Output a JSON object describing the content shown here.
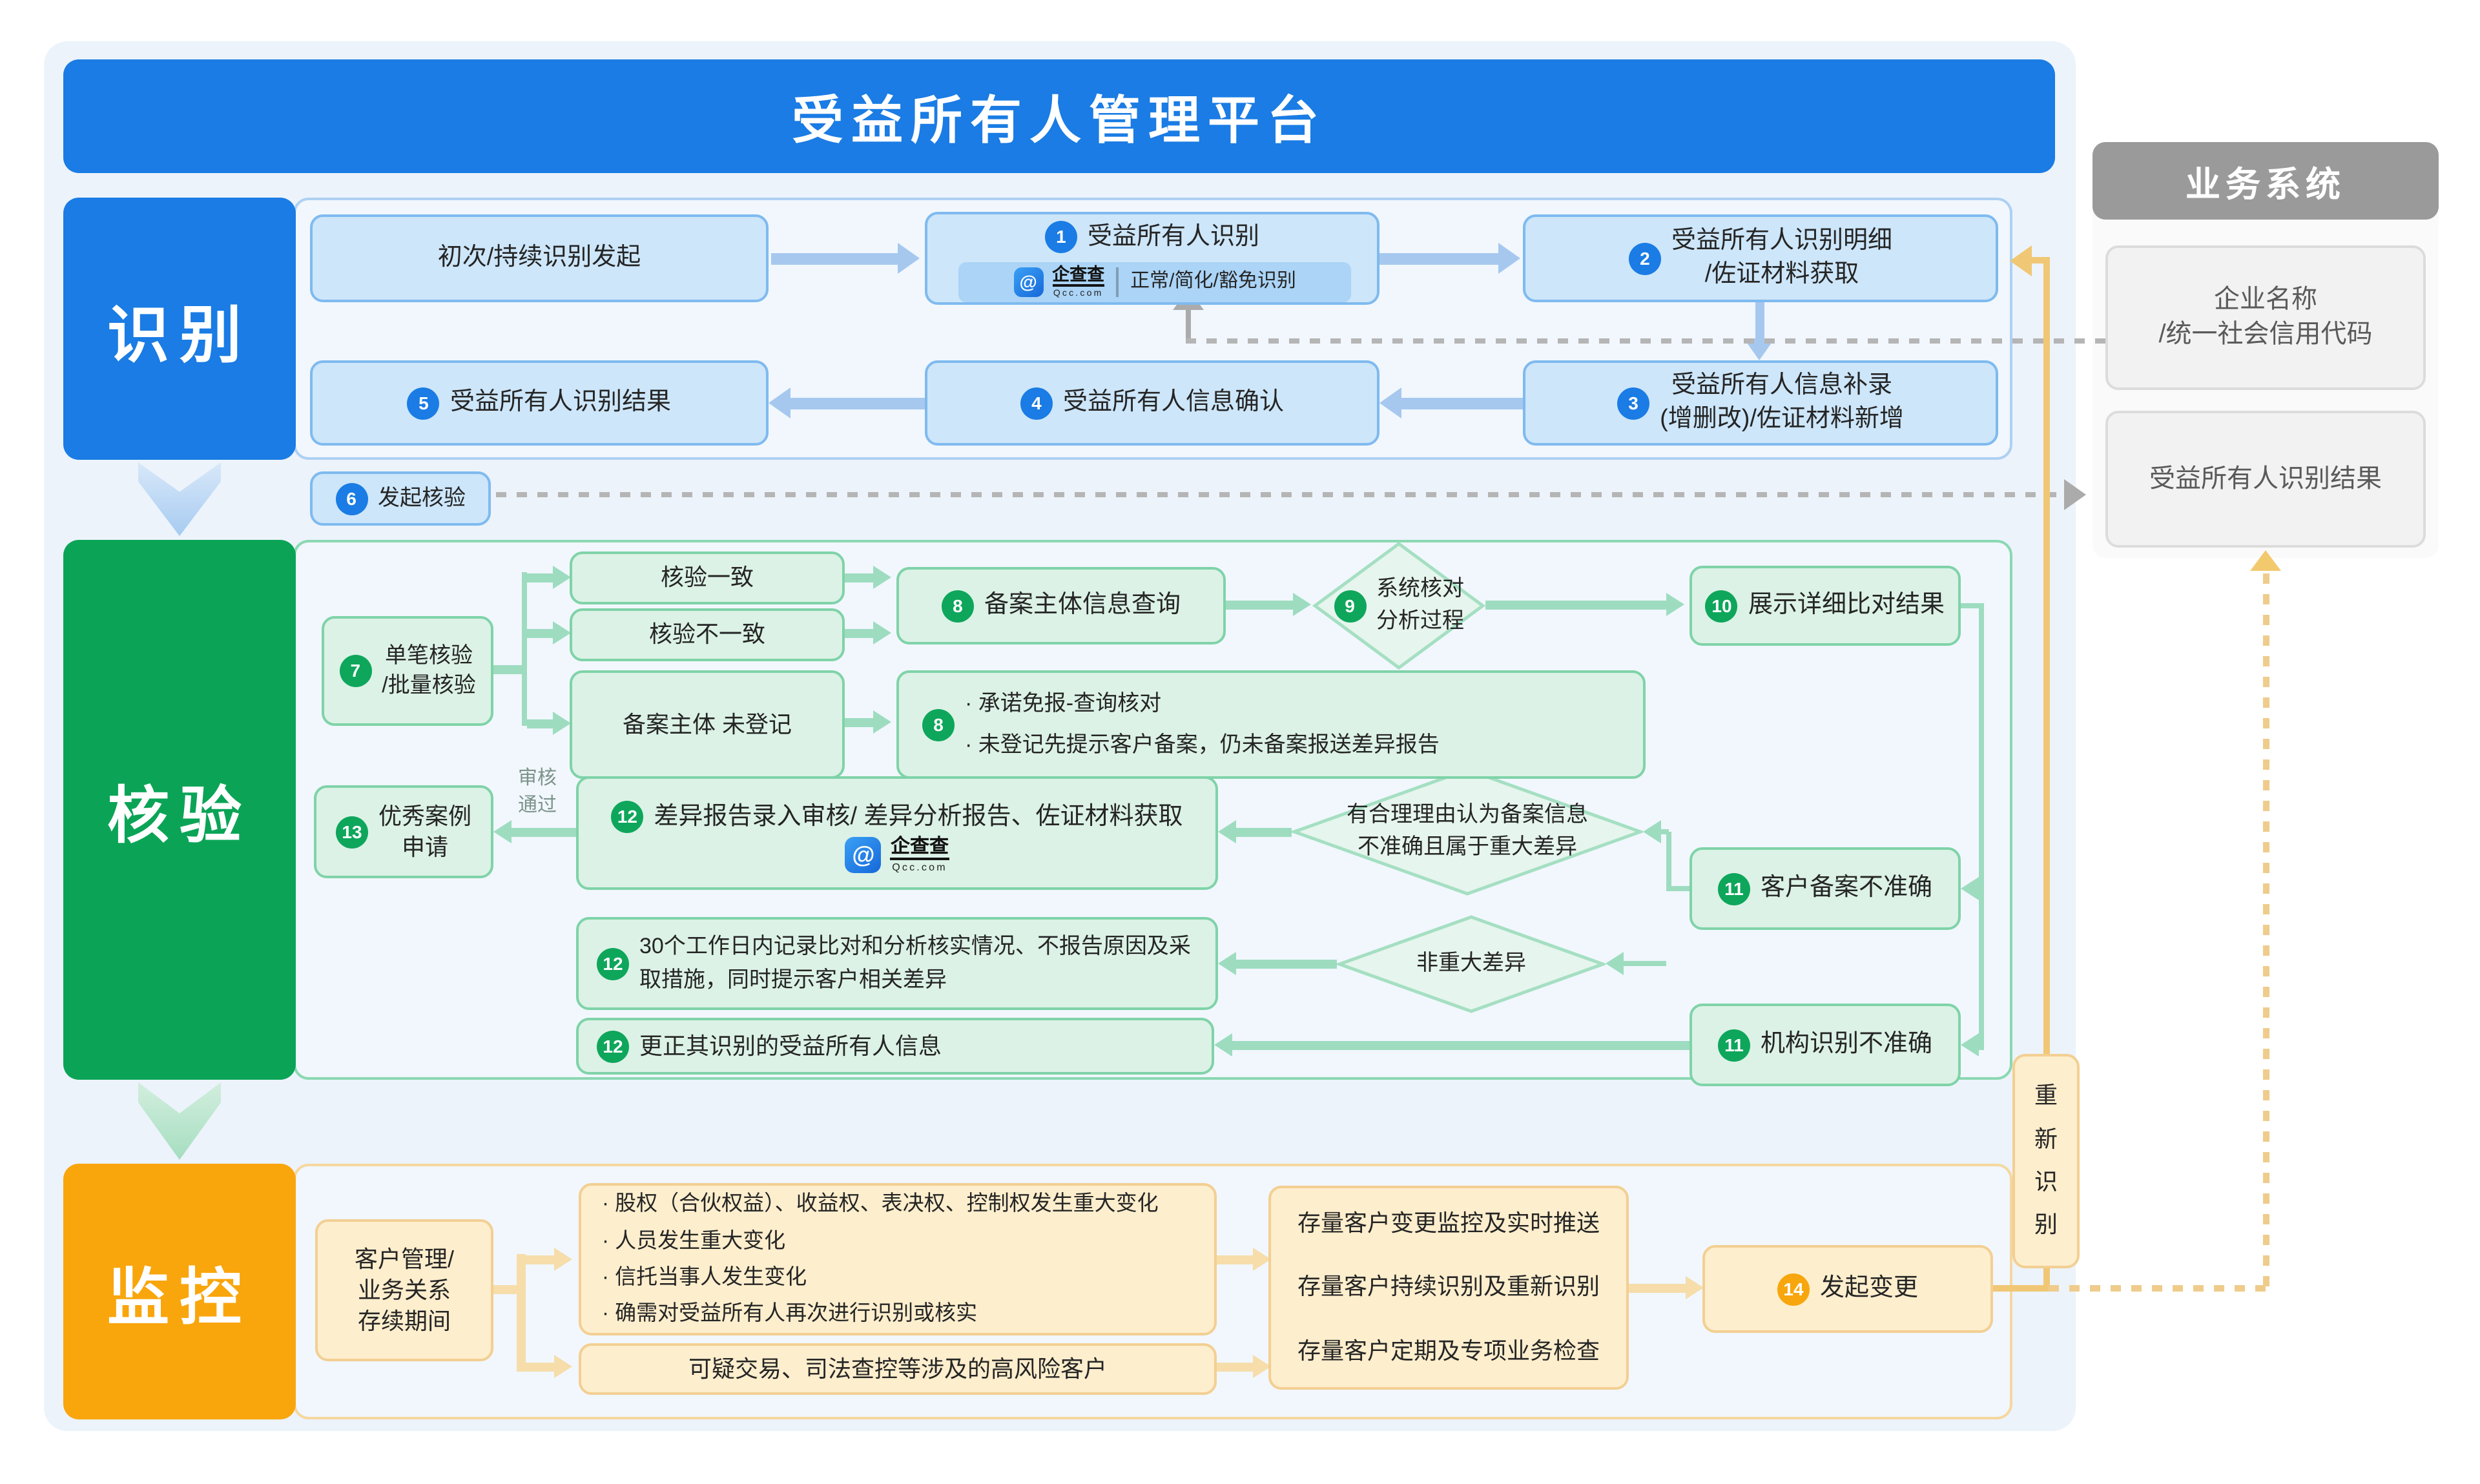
{
  "app": {
    "title": "受益所有人管理平台"
  },
  "colors": {
    "blue": "#1a7ce4",
    "green": "#0ba457",
    "orange": "#f9a50c",
    "gray": "#9a9a9a"
  },
  "qcc": {
    "name": "企查查",
    "domain": "Qcc.com"
  },
  "identify": {
    "label": "识别",
    "start": "初次/持续识别发起",
    "b1": {
      "num": "1",
      "title": "受益所有人识别",
      "badge": "正常/简化/豁免识别"
    },
    "b2": {
      "num": "2",
      "text": "受益所有人识别明细\n/佐证材料获取"
    },
    "b3": {
      "num": "3",
      "text": "受益所有人信息补录\n(增删改)/佐证材料新增"
    },
    "b4": {
      "num": "4",
      "text": "受益所有人信息确认"
    },
    "b5": {
      "num": "5",
      "text": "受益所有人识别结果"
    },
    "b6": {
      "num": "6",
      "text": "发起核验"
    }
  },
  "verify": {
    "label": "核验",
    "b7": {
      "num": "7",
      "text": "单笔核验\n/批量核验"
    },
    "match": "核验一致",
    "mismatch": "核验不一致",
    "unregistered": "备案主体 未登记",
    "b8a": {
      "num": "8",
      "text": "备案主体信息查询"
    },
    "d9": {
      "num": "9",
      "text": "系统核对\n分析过程"
    },
    "b10": {
      "num": "10",
      "text": "展示详细比对结果"
    },
    "b8b": {
      "num": "8",
      "lines": [
        "· 承诺免报-查询核对",
        "· 未登记先提示客户备案，仍未备案报送差异报告"
      ]
    },
    "b13": {
      "num": "13",
      "text": "优秀案例\n申请"
    },
    "audit_label": "审核\n通过",
    "b12a": {
      "num": "12",
      "text": "差异报告录入审核/ 差异分析报告、佐证材料获取"
    },
    "d_major": "有合理理由认为备案信息\n不准确且属于重大差异",
    "b11a": {
      "num": "11",
      "text": "客户备案不准确"
    },
    "b12b": {
      "num": "12",
      "text": "30个工作日内记录比对和分析核实情况、不报告原因及采\n取措施，同时提示客户相关差异"
    },
    "d_minor": "非重大差异",
    "b12c": {
      "num": "12",
      "text": "更正其识别的受益所有人信息"
    },
    "b11b": {
      "num": "11",
      "text": "机构识别不准确"
    }
  },
  "monitor": {
    "label": "监控",
    "mgmt": "客户管理/\n业务关系\n存续期间",
    "bullets": [
      "· 股权（合伙权益）、收益权、表决权、控制权发生重大变化",
      "· 人员发生重大变化",
      "· 信托当事人发生变化",
      "· 确需对受益所有人再次进行识别或核实"
    ],
    "risk": "可疑交易、司法查控等涉及的高风险客户",
    "stock": "存量客户变更监控及实时推送\n存量客户持续识别及重新识别\n存量客户定期及专项业务检查",
    "b14": {
      "num": "14",
      "text": "发起变更"
    },
    "reidentify": "重\n新\n识\n别"
  },
  "external": {
    "title": "业务系统",
    "input": "企业名称\n/统一社会信用代码",
    "output": "受益所有人识别结果"
  }
}
